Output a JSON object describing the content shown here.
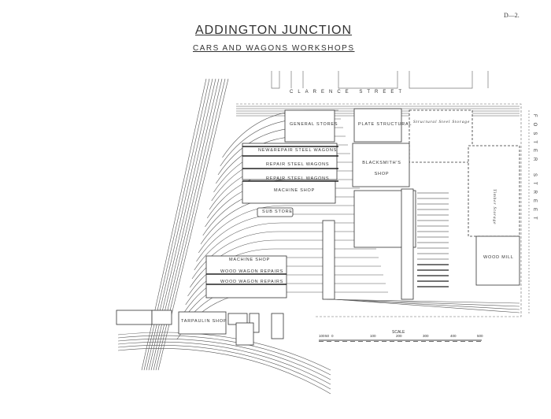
{
  "header": {
    "title": "ADDINGTON JUNCTION",
    "subtitle": "CARS AND WAGONS WORKSHOPS",
    "sheet_number": "D—2."
  },
  "streets": {
    "north": "CLARENCE STREET",
    "east": "FOSTER STREET"
  },
  "buildings": {
    "general_stores": "GENERAL STORES",
    "plate_structural": "PLATE STRUCTURAL",
    "structural_steel_storage": "Structural Steel Storage",
    "blacksmiths_shop": "BLACKSMITH'S SHOP",
    "new_repair_steel_wagons": "NEW&REPAIR STEEL WAGONS",
    "repair_steel_wagons_1": "REPAIR STEEL WAGONS",
    "repair_steel_wagons_2": "REPAIR STEEL WAGONS",
    "machine_shop_upper": "MACHINE SHOP",
    "sub_store": "SUB STORE",
    "machine_shop_lower": "MACHINE SHOP",
    "wood_wagon_repairs_1": "WOOD WAGON REPAIRS",
    "wood_wagon_repairs_2": "WOOD WAGON REPAIRS",
    "wood_mill": "WOOD MILL",
    "timber_storage": "Timber Storage",
    "tarpaulin_shop": "TARPAULIN SHOP"
  },
  "scale": {
    "label": "SCALE",
    "ticks": [
      "100",
      "50",
      "0",
      "100",
      "200",
      "300",
      "400",
      "500"
    ]
  },
  "colors": {
    "ink": "#333333",
    "paper": "#ffffff"
  }
}
